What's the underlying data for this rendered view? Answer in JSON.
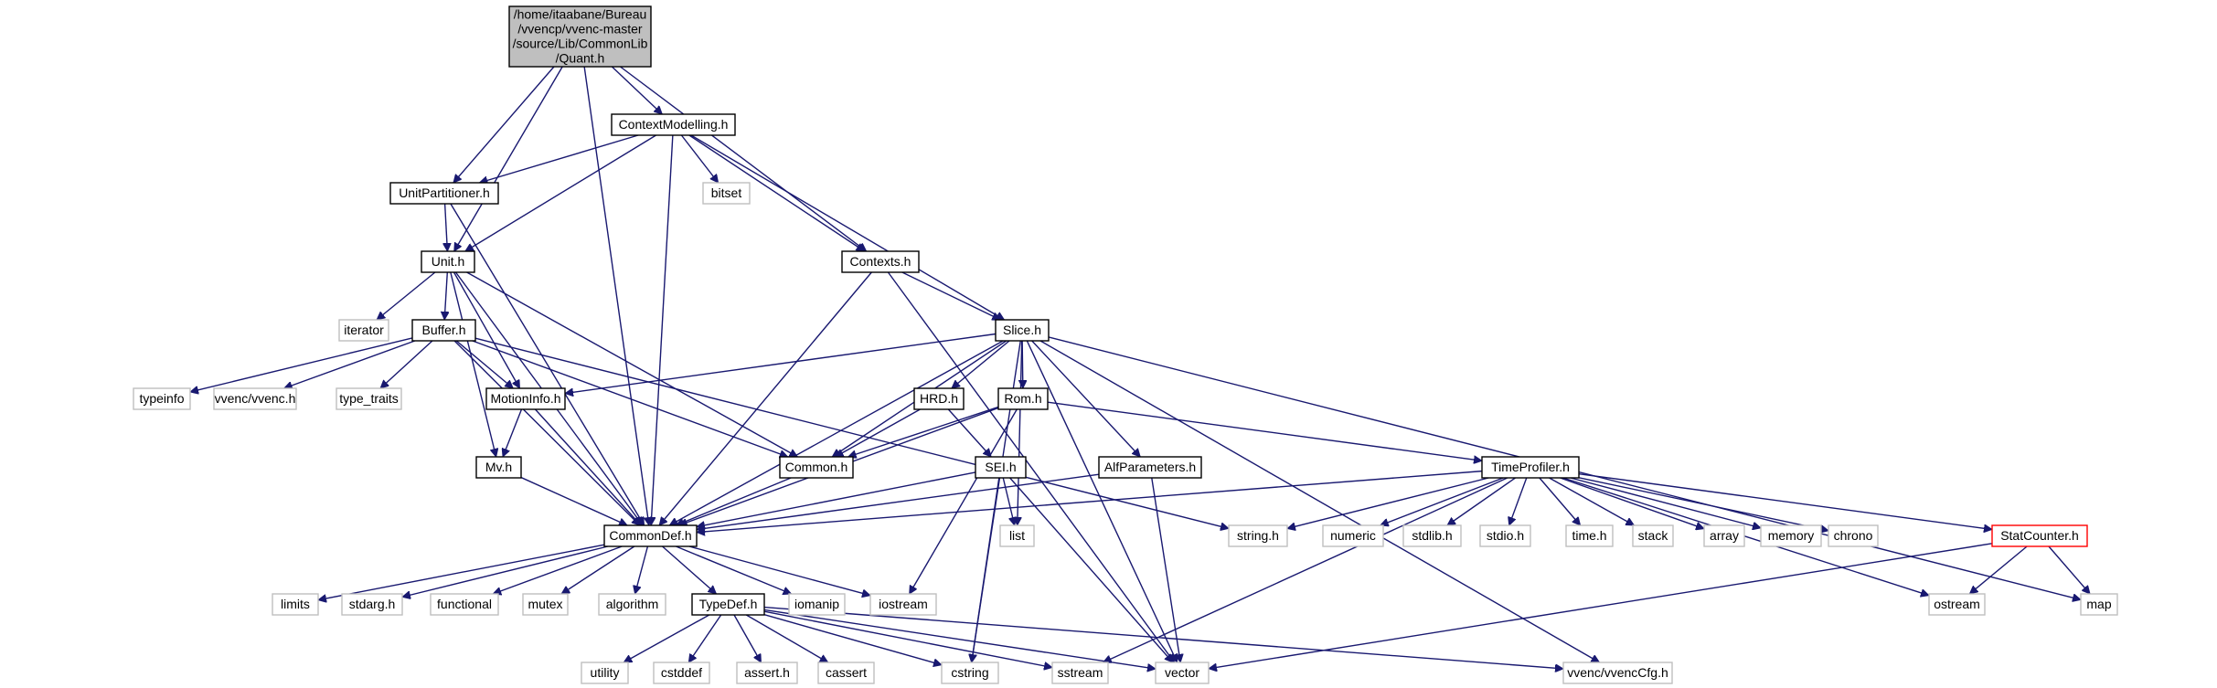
{
  "nodes": {
    "quant": {
      "lines": [
        "/home/itaabane/Bureau",
        "/vvencp/vvenc-master",
        "/source/Lib/CommonLib",
        "/Quant.h"
      ],
      "kind": "root"
    },
    "contextmodelling": {
      "lines": [
        "ContextModelling.h"
      ],
      "kind": "file"
    },
    "unitpartitioner": {
      "lines": [
        "UnitPartitioner.h"
      ],
      "kind": "file"
    },
    "bitset": {
      "lines": [
        "bitset"
      ],
      "kind": "system"
    },
    "unit": {
      "lines": [
        "Unit.h"
      ],
      "kind": "file"
    },
    "contexts": {
      "lines": [
        "Contexts.h"
      ],
      "kind": "file"
    },
    "iterator": {
      "lines": [
        "iterator"
      ],
      "kind": "system"
    },
    "buffer": {
      "lines": [
        "Buffer.h"
      ],
      "kind": "file"
    },
    "slice": {
      "lines": [
        "Slice.h"
      ],
      "kind": "file"
    },
    "typeinfo": {
      "lines": [
        "typeinfo"
      ],
      "kind": "system"
    },
    "vvenc_h": {
      "lines": [
        "vvenc/vvenc.h"
      ],
      "kind": "system"
    },
    "type_traits": {
      "lines": [
        "type_traits"
      ],
      "kind": "system"
    },
    "motioninfo": {
      "lines": [
        "MotionInfo.h"
      ],
      "kind": "file"
    },
    "hrd": {
      "lines": [
        "HRD.h"
      ],
      "kind": "file"
    },
    "rom": {
      "lines": [
        "Rom.h"
      ],
      "kind": "file"
    },
    "mv": {
      "lines": [
        "Mv.h"
      ],
      "kind": "file"
    },
    "common": {
      "lines": [
        "Common.h"
      ],
      "kind": "file"
    },
    "sei": {
      "lines": [
        "SEI.h"
      ],
      "kind": "file"
    },
    "alfparameters": {
      "lines": [
        "AlfParameters.h"
      ],
      "kind": "file"
    },
    "timeprofiler": {
      "lines": [
        "TimeProfiler.h"
      ],
      "kind": "file"
    },
    "commondef": {
      "lines": [
        "CommonDef.h"
      ],
      "kind": "file"
    },
    "list": {
      "lines": [
        "list"
      ],
      "kind": "system"
    },
    "string_h": {
      "lines": [
        "string.h"
      ],
      "kind": "system"
    },
    "numeric": {
      "lines": [
        "numeric"
      ],
      "kind": "system"
    },
    "stdlib_h": {
      "lines": [
        "stdlib.h"
      ],
      "kind": "system"
    },
    "stdio_h": {
      "lines": [
        "stdio.h"
      ],
      "kind": "system"
    },
    "time_h": {
      "lines": [
        "time.h"
      ],
      "kind": "system"
    },
    "stack": {
      "lines": [
        "stack"
      ],
      "kind": "system"
    },
    "array": {
      "lines": [
        "array"
      ],
      "kind": "system"
    },
    "memory": {
      "lines": [
        "memory"
      ],
      "kind": "system"
    },
    "chrono": {
      "lines": [
        "chrono"
      ],
      "kind": "system"
    },
    "statcounter": {
      "lines": [
        "StatCounter.h"
      ],
      "kind": "truncated"
    },
    "limits": {
      "lines": [
        "limits"
      ],
      "kind": "system"
    },
    "stdarg_h": {
      "lines": [
        "stdarg.h"
      ],
      "kind": "system"
    },
    "functional": {
      "lines": [
        "functional"
      ],
      "kind": "system"
    },
    "mutex": {
      "lines": [
        "mutex"
      ],
      "kind": "system"
    },
    "algorithm": {
      "lines": [
        "algorithm"
      ],
      "kind": "system"
    },
    "typedef": {
      "lines": [
        "TypeDef.h"
      ],
      "kind": "file"
    },
    "iomanip": {
      "lines": [
        "iomanip"
      ],
      "kind": "system"
    },
    "iostream": {
      "lines": [
        "iostream"
      ],
      "kind": "system"
    },
    "ostream": {
      "lines": [
        "ostream"
      ],
      "kind": "system"
    },
    "map": {
      "lines": [
        "map"
      ],
      "kind": "system"
    },
    "utility": {
      "lines": [
        "utility"
      ],
      "kind": "system"
    },
    "cstddef": {
      "lines": [
        "cstddef"
      ],
      "kind": "system"
    },
    "assert_h": {
      "lines": [
        "assert.h"
      ],
      "kind": "system"
    },
    "cassert": {
      "lines": [
        "cassert"
      ],
      "kind": "system"
    },
    "cstring": {
      "lines": [
        "cstring"
      ],
      "kind": "system"
    },
    "sstream": {
      "lines": [
        "sstream"
      ],
      "kind": "system"
    },
    "vector": {
      "lines": [
        "vector"
      ],
      "kind": "system"
    },
    "vvenccfg_h": {
      "lines": [
        "vvenc/vvencCfg.h"
      ],
      "kind": "system"
    }
  },
  "edges": [
    [
      "quant",
      "contextmodelling"
    ],
    [
      "quant",
      "unitpartitioner"
    ],
    [
      "quant",
      "unit"
    ],
    [
      "quant",
      "contexts"
    ],
    [
      "quant",
      "commondef"
    ],
    [
      "contextmodelling",
      "unitpartitioner"
    ],
    [
      "contextmodelling",
      "bitset"
    ],
    [
      "contextmodelling",
      "unit"
    ],
    [
      "contextmodelling",
      "contexts"
    ],
    [
      "contextmodelling",
      "slice"
    ],
    [
      "contextmodelling",
      "commondef"
    ],
    [
      "unitpartitioner",
      "unit"
    ],
    [
      "unitpartitioner",
      "commondef"
    ],
    [
      "unit",
      "iterator"
    ],
    [
      "unit",
      "buffer"
    ],
    [
      "unit",
      "motioninfo"
    ],
    [
      "unit",
      "mv"
    ],
    [
      "unit",
      "common"
    ],
    [
      "unit",
      "commondef"
    ],
    [
      "contexts",
      "slice"
    ],
    [
      "contexts",
      "commondef"
    ],
    [
      "contexts",
      "vector"
    ],
    [
      "buffer",
      "typeinfo"
    ],
    [
      "buffer",
      "vvenc_h"
    ],
    [
      "buffer",
      "type_traits"
    ],
    [
      "buffer",
      "motioninfo"
    ],
    [
      "buffer",
      "common"
    ],
    [
      "buffer",
      "commondef"
    ],
    [
      "buffer",
      "string_h"
    ],
    [
      "slice",
      "motioninfo"
    ],
    [
      "slice",
      "hrd"
    ],
    [
      "slice",
      "rom"
    ],
    [
      "slice",
      "common"
    ],
    [
      "slice",
      "alfparameters"
    ],
    [
      "slice",
      "commondef"
    ],
    [
      "slice",
      "list"
    ],
    [
      "slice",
      "cstring"
    ],
    [
      "slice",
      "map"
    ],
    [
      "slice",
      "vector"
    ],
    [
      "slice",
      "vvenccfg_h"
    ],
    [
      "motioninfo",
      "mv"
    ],
    [
      "motioninfo",
      "commondef"
    ],
    [
      "hrd",
      "common"
    ],
    [
      "hrd",
      "sei"
    ],
    [
      "rom",
      "common"
    ],
    [
      "rom",
      "commondef"
    ],
    [
      "rom",
      "timeprofiler"
    ],
    [
      "rom",
      "iostream"
    ],
    [
      "mv",
      "commondef"
    ],
    [
      "common",
      "commondef"
    ],
    [
      "sei",
      "commondef"
    ],
    [
      "sei",
      "list"
    ],
    [
      "sei",
      "cstring"
    ],
    [
      "sei",
      "vector"
    ],
    [
      "alfparameters",
      "commondef"
    ],
    [
      "alfparameters",
      "vector"
    ],
    [
      "timeprofiler",
      "commondef"
    ],
    [
      "timeprofiler",
      "string_h"
    ],
    [
      "timeprofiler",
      "numeric"
    ],
    [
      "timeprofiler",
      "stdlib_h"
    ],
    [
      "timeprofiler",
      "stdio_h"
    ],
    [
      "timeprofiler",
      "time_h"
    ],
    [
      "timeprofiler",
      "stack"
    ],
    [
      "timeprofiler",
      "array"
    ],
    [
      "timeprofiler",
      "memory"
    ],
    [
      "timeprofiler",
      "chrono"
    ],
    [
      "timeprofiler",
      "statcounter"
    ],
    [
      "timeprofiler",
      "ostream"
    ],
    [
      "timeprofiler",
      "sstream"
    ],
    [
      "statcounter",
      "ostream"
    ],
    [
      "statcounter",
      "map"
    ],
    [
      "statcounter",
      "vector"
    ],
    [
      "commondef",
      "limits"
    ],
    [
      "commondef",
      "stdarg_h"
    ],
    [
      "commondef",
      "functional"
    ],
    [
      "commondef",
      "mutex"
    ],
    [
      "commondef",
      "algorithm"
    ],
    [
      "commondef",
      "typedef"
    ],
    [
      "commondef",
      "iomanip"
    ],
    [
      "commondef",
      "iostream"
    ],
    [
      "typedef",
      "utility"
    ],
    [
      "typedef",
      "cstddef"
    ],
    [
      "typedef",
      "assert_h"
    ],
    [
      "typedef",
      "cassert"
    ],
    [
      "typedef",
      "cstring"
    ],
    [
      "typedef",
      "sstream"
    ],
    [
      "typedef",
      "vector"
    ],
    [
      "typedef",
      "vvenccfg_h"
    ]
  ],
  "colors": {
    "edge": "#191970",
    "file_border": "#000000",
    "system_border": "#bfbfbf",
    "truncated_border": "#ff0000",
    "root_fill": "#bfbfbf",
    "text": "#000000"
  }
}
